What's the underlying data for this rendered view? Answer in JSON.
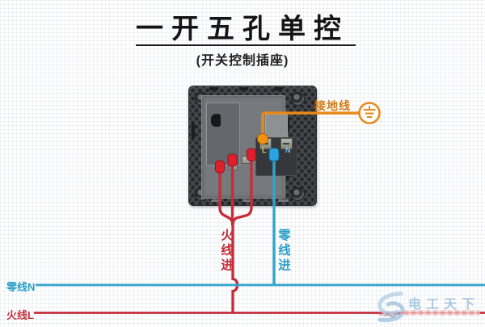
{
  "title": {
    "text": "一开五孔单控",
    "subtitle": "(开关控制插座)"
  },
  "panel": {
    "terminal_l_label": "L",
    "terminal_n_label": "N"
  },
  "wire_labels": {
    "ground": "接地线",
    "live_in": "火线进",
    "neutral_in": "零线进",
    "neutral_bus": "零线N",
    "live_bus": "火线L"
  },
  "watermark": {
    "brand": "电工天下"
  },
  "colors": {
    "live_wire": "#c62c38",
    "neutral_wire": "#31a5cd",
    "ground_wire": "#e8891b",
    "live_plug": "#e01f2d",
    "neutral_plug": "#2aa3e0",
    "ground_plug": "#f29111"
  }
}
